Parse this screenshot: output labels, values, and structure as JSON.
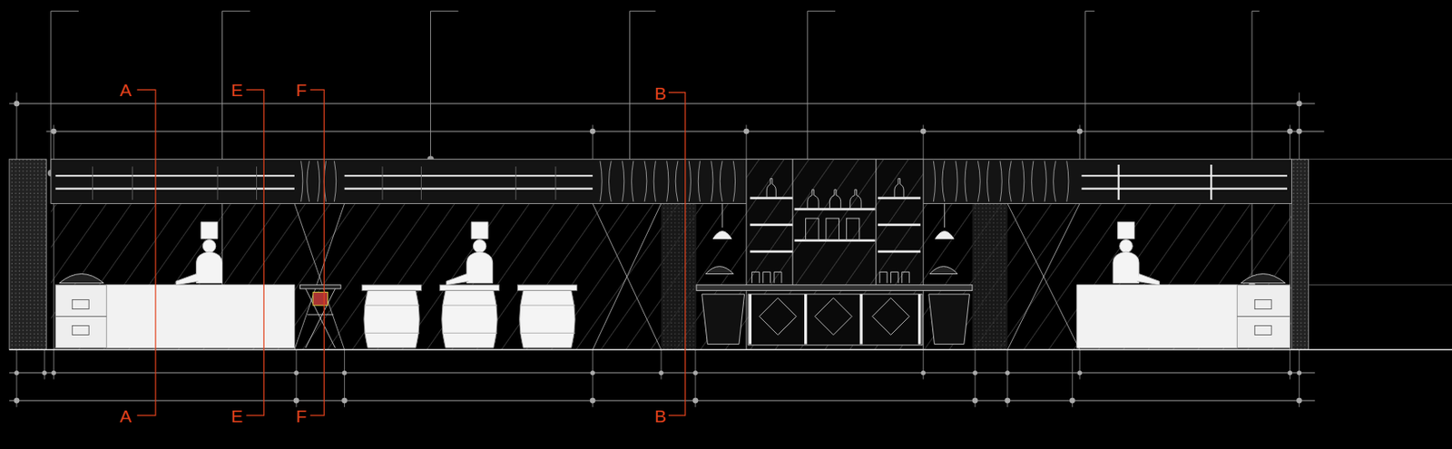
{
  "diagram": {
    "labels": [
      "A",
      "E",
      "F",
      "B",
      "A",
      "E",
      "F",
      "B"
    ]
  }
}
